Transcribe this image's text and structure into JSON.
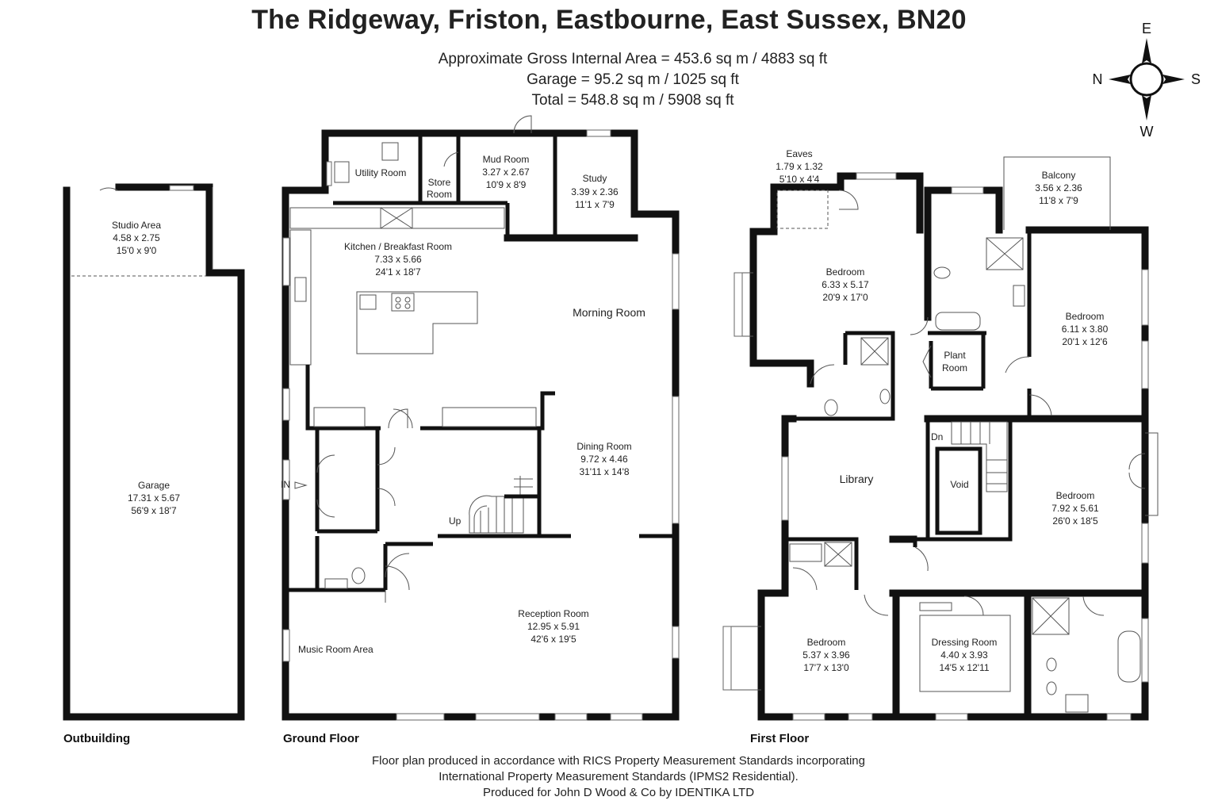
{
  "header": {
    "title": "The Ridgeway, Friston, Eastbourne, East Sussex, BN20",
    "area_lines": [
      "Approximate Gross Internal Area = 453.6 sq m / 4883 sq ft",
      "Garage = 95.2 sq m / 1025 sq ft",
      "Total = 548.8 sq m / 5908 sq ft"
    ]
  },
  "compass": {
    "north": "N",
    "south": "S",
    "east": "E",
    "west": "W"
  },
  "floors": {
    "outbuilding": {
      "label": "Outbuilding",
      "rooms": {
        "studio": {
          "name": "Studio Area",
          "metric": "4.58 x 2.75",
          "imperial": "15'0 x 9'0"
        },
        "garage": {
          "name": "Garage",
          "metric": "17.31 x 5.67",
          "imperial": "56'9 x 18'7"
        }
      }
    },
    "ground": {
      "label": "Ground Floor",
      "rooms": {
        "utility": {
          "name": "Utility Room"
        },
        "store": {
          "name_line1": "Store",
          "name_line2": "Room"
        },
        "mud": {
          "name": "Mud Room",
          "metric": "3.27 x 2.67",
          "imperial": "10'9 x 8'9"
        },
        "study": {
          "name": "Study",
          "metric": "3.39 x 2.36",
          "imperial": "11'1 x 7'9"
        },
        "kitchen": {
          "name": "Kitchen / Breakfast Room",
          "metric": "7.33 x 5.66",
          "imperial": "24'1 x 18'7"
        },
        "morning": {
          "name": "Morning Room"
        },
        "dining": {
          "name": "Dining Room",
          "metric": "9.72 x 4.46",
          "imperial": "31'11 x 14'8"
        },
        "reception": {
          "name": "Reception Room",
          "metric": "12.95 x 5.91",
          "imperial": "42'6 x 19'5"
        },
        "music": {
          "name": "Music Room Area"
        }
      },
      "entry_label": "IN",
      "stairs_label": "Up"
    },
    "first": {
      "label": "First Floor",
      "rooms": {
        "eaves": {
          "name": "Eaves",
          "metric": "1.79 x 1.32",
          "imperial": "5'10 x 4'4"
        },
        "balcony": {
          "name": "Balcony",
          "metric": "3.56 x 2.36",
          "imperial": "11'8 x 7'9"
        },
        "bed1": {
          "name": "Bedroom",
          "metric": "6.33 x 5.17",
          "imperial": "20'9 x 17'0"
        },
        "plant": {
          "name_line1": "Plant",
          "name_line2": "Room"
        },
        "bed2": {
          "name": "Bedroom",
          "metric": "6.11 x 3.80",
          "imperial": "20'1 x 12'6"
        },
        "library": {
          "name": "Library"
        },
        "void": {
          "name": "Void"
        },
        "bed3": {
          "name": "Bedroom",
          "metric": "7.92 x 5.61",
          "imperial": "26'0 x 18'5"
        },
        "bed4": {
          "name": "Bedroom",
          "metric": "5.37 x 3.96",
          "imperial": "17'7 x 13'0"
        },
        "dressing": {
          "name": "Dressing Room",
          "metric": "4.40 x 3.93",
          "imperial": "14'5 x 12'11"
        }
      },
      "stairs_label": "Dn"
    }
  },
  "footer": {
    "lines": [
      "Floor plan produced in accordance with RICS Property Measurement Standards incorporating",
      "International Property Measurement Standards (IPMS2 Residential).",
      "Produced for John D Wood & Co by IDENTIKA LTD"
    ]
  }
}
